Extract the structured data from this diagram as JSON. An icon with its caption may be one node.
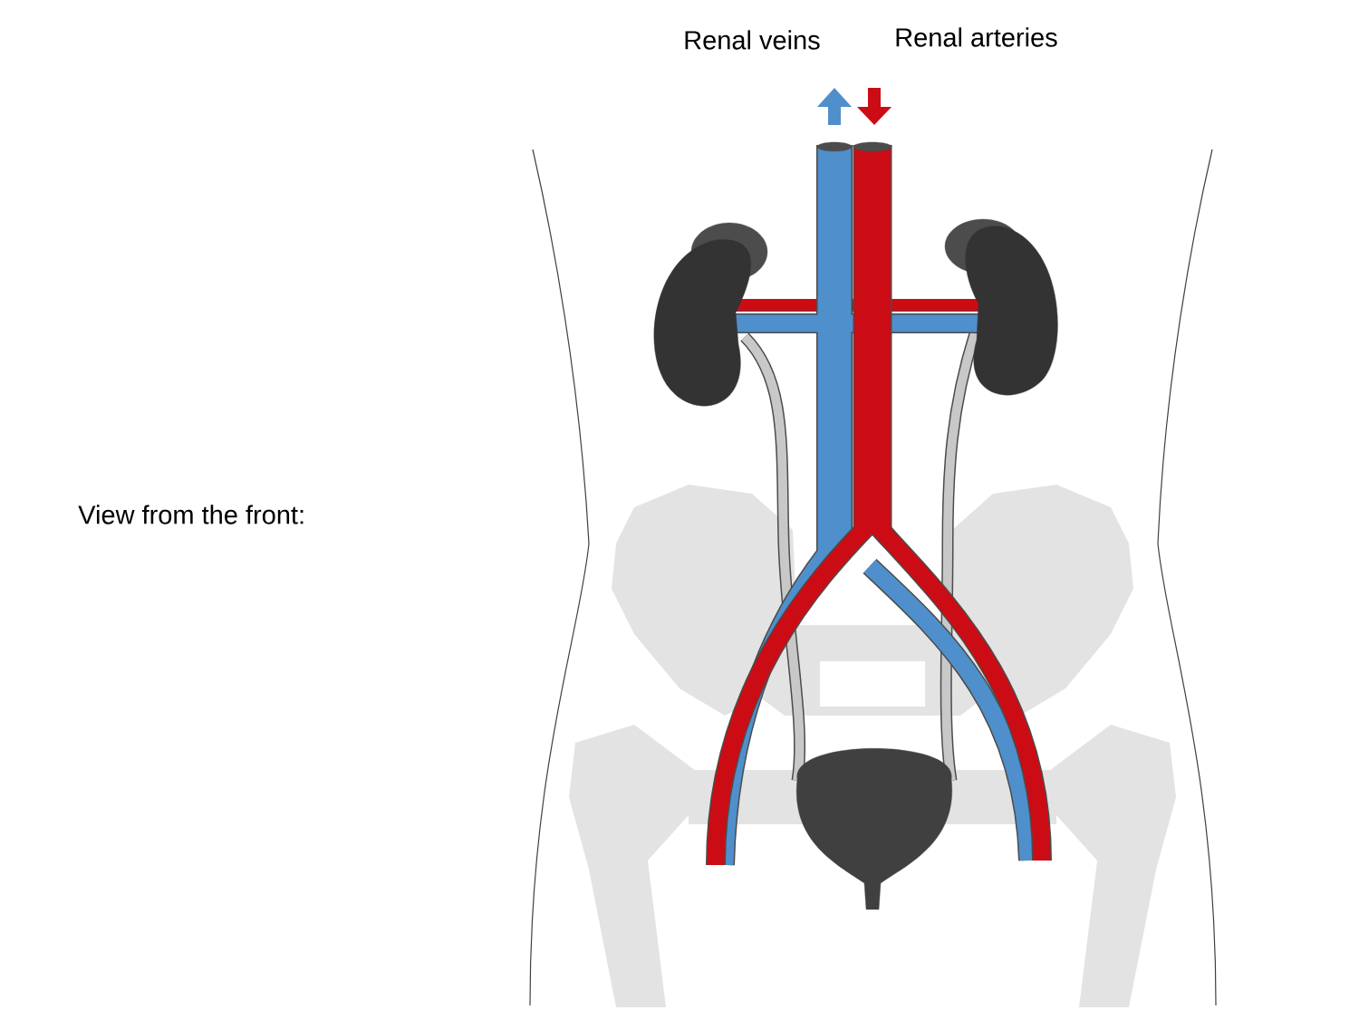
{
  "diagram": {
    "labels": [
      "Renal veins",
      "Renal arteries",
      "View from the front:"
    ]
  }
}
